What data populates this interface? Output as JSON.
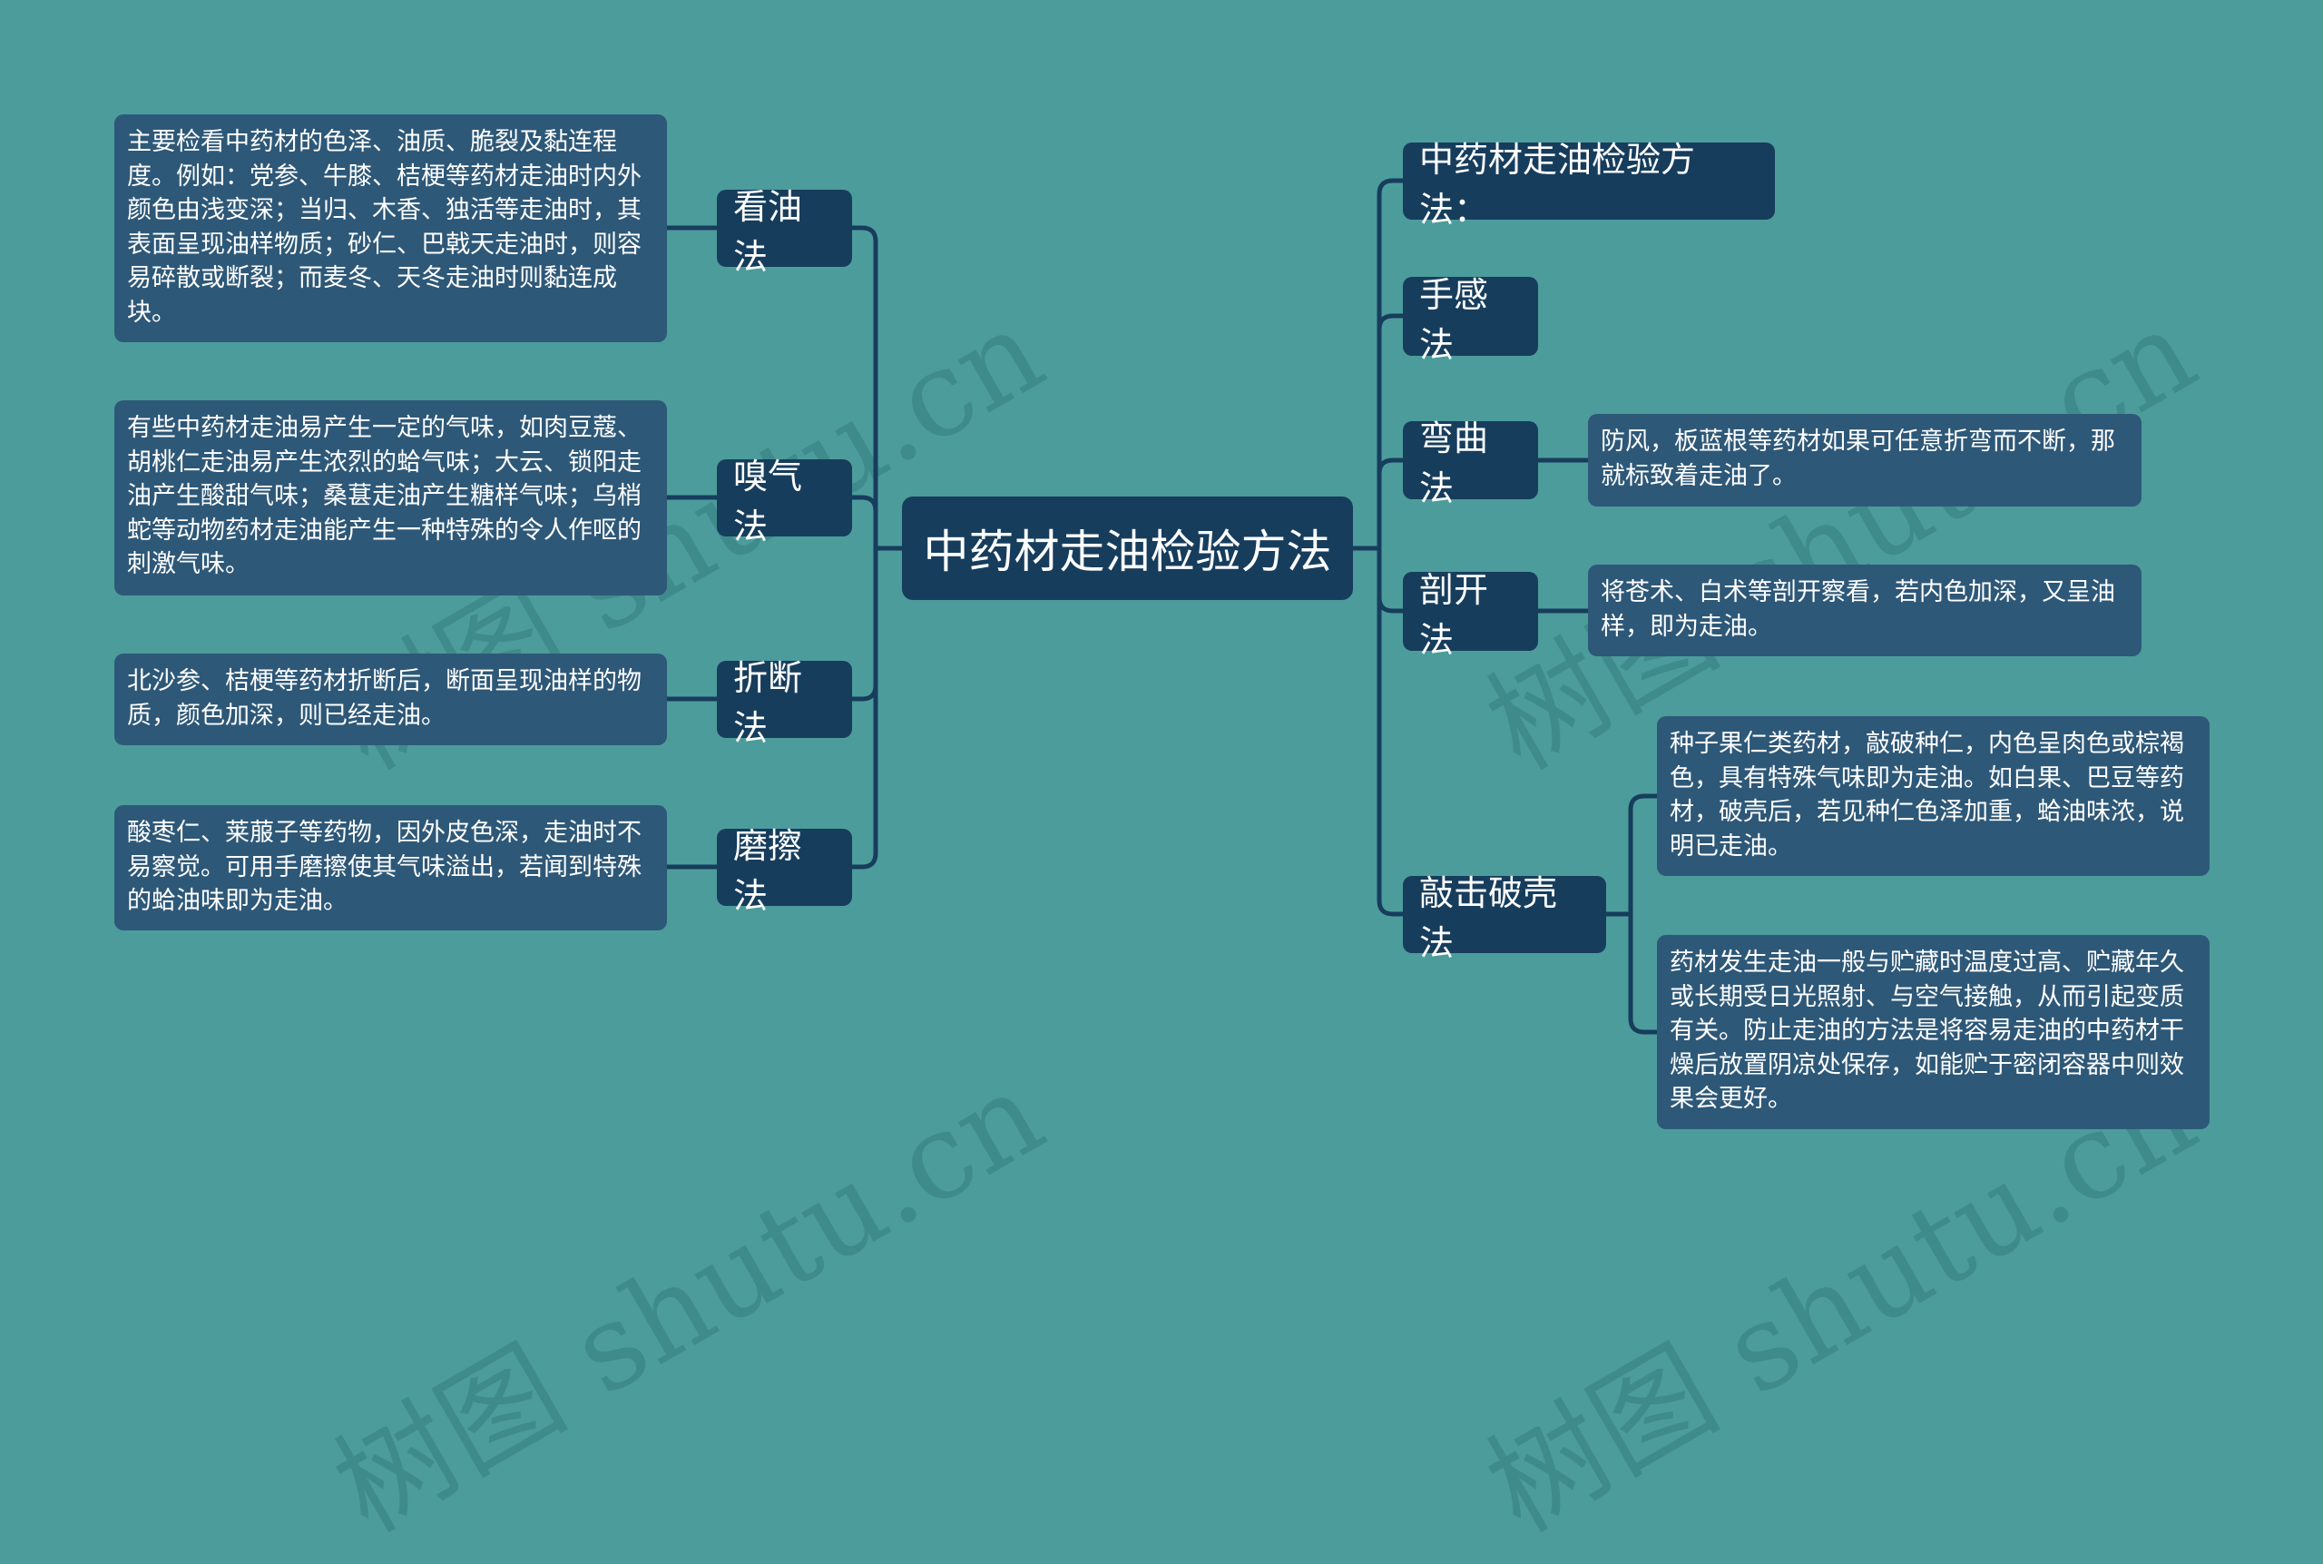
{
  "root": {
    "label": "中药材走油检验方法"
  },
  "left_branches": [
    {
      "label": "看油法",
      "detail": "主要检看中药材的色泽、油质、脆裂及黏连程度。例如：党参、牛膝、桔梗等药材走油时内外颜色由浅变深；当归、木香、独活等走油时，其表面呈现油样物质；砂仁、巴戟天走油时，则容易碎散或断裂；而麦冬、天冬走油时则黏连成块。"
    },
    {
      "label": "嗅气法",
      "detail": "有些中药材走油易产生一定的气味，如肉豆蔻、胡桃仁走油易产生浓烈的蛤气味；大云、锁阳走油产生酸甜气味；桑葚走油产生糖样气味；乌梢蛇等动物药材走油能产生一种特殊的令人作呕的刺激气味。"
    },
    {
      "label": "折断法",
      "detail": "北沙参、桔梗等药材折断后，断面呈现油样的物质，颜色加深，则已经走油。"
    },
    {
      "label": "磨擦法",
      "detail": "酸枣仁、莱菔子等药物，因外皮色深，走油时不易察觉。可用手磨擦使其气味溢出，若闻到特殊的蛤油味即为走油。"
    }
  ],
  "right_branches": [
    {
      "label": "中药材走油检验方法："
    },
    {
      "label": "手感法"
    },
    {
      "label": "弯曲法",
      "detail": "防风，板蓝根等药材如果可任意折弯而不断，那就标致着走油了。"
    },
    {
      "label": "剖开法",
      "detail": "将苍术、白术等剖开察看，若内色加深，又呈油样，即为走油。"
    },
    {
      "label": "敲击破壳法",
      "details": [
        "种子果仁类药材，敲破种仁，内色呈肉色或棕褐色，具有特殊气味即为走油。如白果、巴豆等药材，破壳后，若见种仁色泽加重，蛤油味浓，说明已走油。",
        "药材发生走油一般与贮藏时温度过高、贮藏年久或长期受日光照射、与空气接触，从而引起变质有关。防止走油的方法是将容易走油的中药材干燥后放置阴凉处保存，如能贮于密闭容器中则效果会更好。"
      ]
    }
  ],
  "watermark": {
    "text": "树图 shutu.cn"
  },
  "colors": {
    "background": "#4c9c9c",
    "node_dark": "#173d5d",
    "node_detail": "#2e5878",
    "connector": "#173d5d",
    "text": "#ffffff"
  }
}
